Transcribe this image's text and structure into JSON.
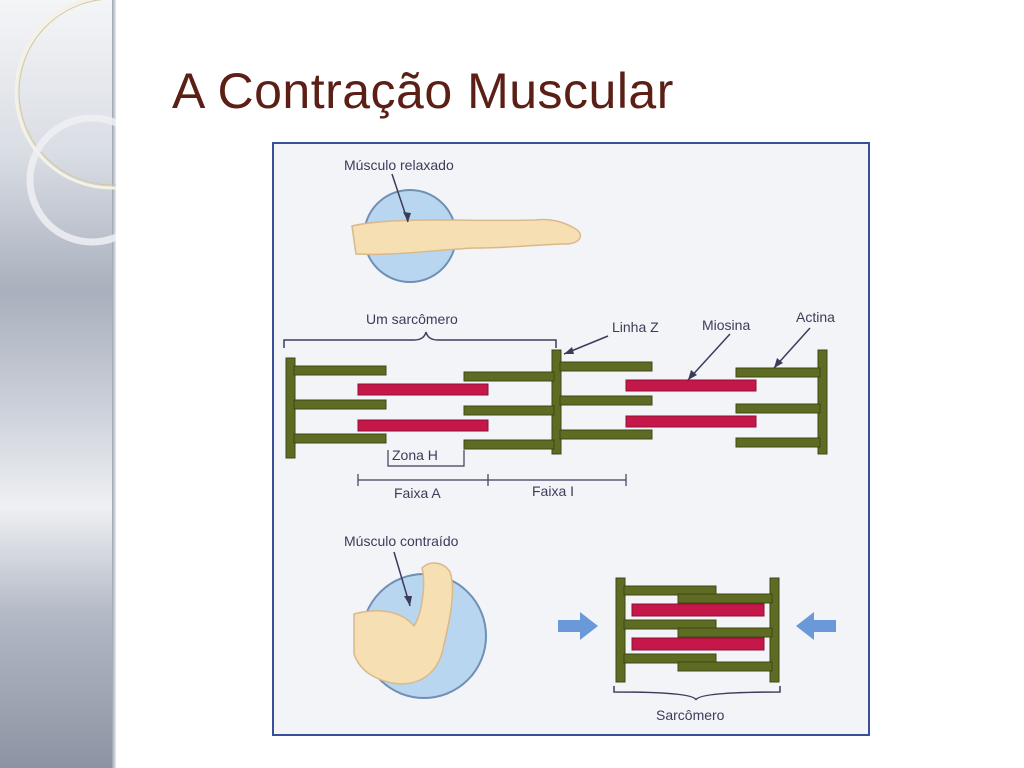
{
  "slide": {
    "title": "A Contração Muscular"
  },
  "figure": {
    "labels": {
      "musculo_relaxado": "Músculo relaxado",
      "um_sarcomero": "Um sarcômero",
      "linha_z": "Linha Z",
      "miosina": "Miosina",
      "actina": "Actina",
      "zona_h": "Zona H",
      "faixa_a": "Faixa A",
      "faixa_i": "Faixa I",
      "musculo_contraido": "Músculo contraído",
      "sarcomero": "Sarcômero"
    },
    "colors": {
      "actin": "#5e6b22",
      "myosin": "#c5174a",
      "circle": "#b8d6ef",
      "skin": "#f6dfb2",
      "arrow": "#5b8fd6",
      "frame": "#3a4f9a",
      "title": "#5b1f16"
    }
  }
}
